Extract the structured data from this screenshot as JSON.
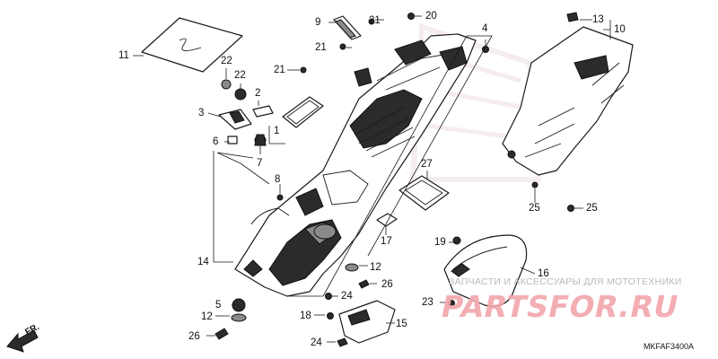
{
  "diagram": {
    "code": "MKFAF3400A",
    "direction_label": "FR.",
    "callouts": {
      "p1": "1",
      "p2": "2",
      "p3": "3",
      "p4": "4",
      "p5": "5",
      "p6": "6",
      "p7": "7",
      "p8": "8",
      "p9": "9",
      "p10": "10",
      "p11": "11",
      "p12a": "12",
      "p12b": "12",
      "p13": "13",
      "p14": "14",
      "p15": "15",
      "p16": "16",
      "p17": "17",
      "p18": "18",
      "p19": "19",
      "p20": "20",
      "p21a": "21",
      "p21b": "21",
      "p21c": "21",
      "p22a": "22",
      "p22b": "22",
      "p23": "23",
      "p24a": "24",
      "p24b": "24",
      "p25a": "25",
      "p25b": "25",
      "p26a": "26",
      "p26b": "26",
      "p27": "27"
    }
  },
  "watermark": {
    "subtitle": "ЗАПЧАСТИ И АКСЕССУАРЫ ДЛЯ МОТОТЕХНИКИ",
    "logo_text": "PARTSFOR.RU",
    "color": "#f2a8ad"
  }
}
